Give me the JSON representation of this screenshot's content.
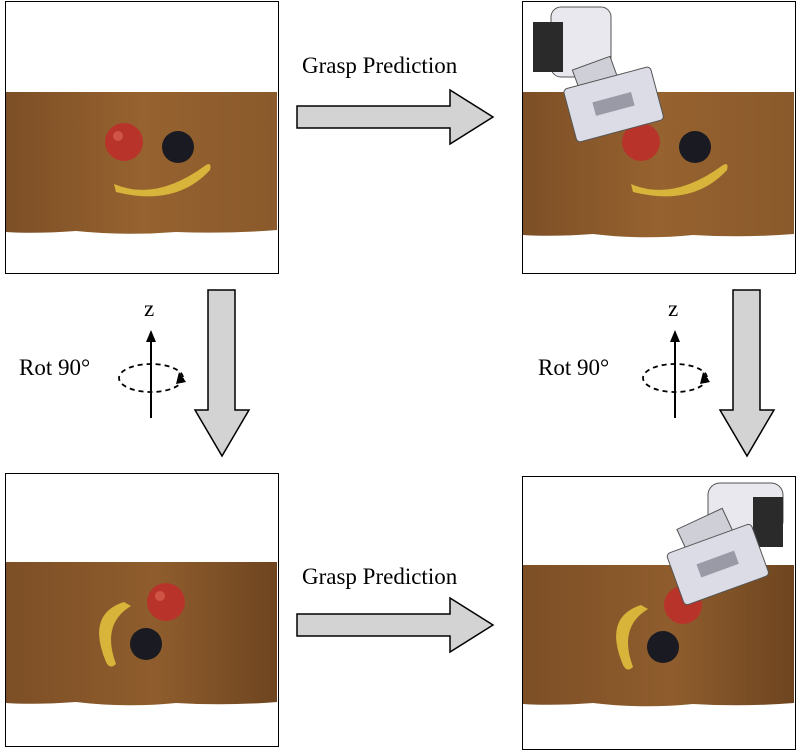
{
  "arrows": {
    "top_label": "Grasp Prediction",
    "bottom_label": "Grasp Prediction"
  },
  "rotation": {
    "left_label": "Rot 90°",
    "right_label": "Rot 90°",
    "axis_label": "z"
  },
  "colors": {
    "table": "#8a5a2c",
    "table_dark": "#6e4520",
    "arrow_fill": "#d3d3d3",
    "apple": "#b8342a",
    "plum": "#1a1a22",
    "banana": "#d8b43a",
    "gripper": "#dcdce6"
  },
  "icons": {
    "arrow_shape": "block-arrow",
    "rotation_symbol": "dashed-ellipse-rotation"
  }
}
